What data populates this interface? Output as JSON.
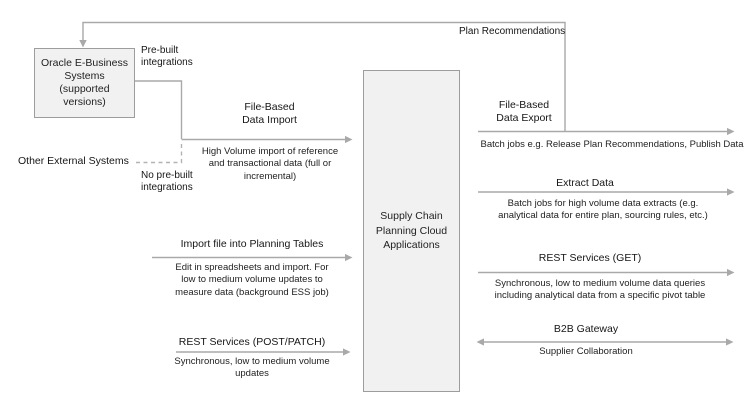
{
  "diagram": {
    "boxes": {
      "oracle": "Oracle E-Business\nSystems\n(supported\nversions)",
      "center": "Supply Chain\nPlanning Cloud\nApplications"
    },
    "labels": {
      "other_external_systems": "Other External Systems",
      "plan_recommendations": "Plan Recommendations",
      "pre_built_integrations": "Pre-built\nintegrations",
      "no_pre_built_integrations": "No pre-built\nintegrations"
    },
    "left_flows": [
      {
        "title": "File-Based\nData Import",
        "desc": "High Volume import of reference\nand transactional data (full or\nincremental)"
      },
      {
        "title": "Import file into Planning Tables",
        "desc": "Edit in spreadsheets and import. For\nlow to medium volume updates to\nmeasure data (background ESS job)"
      },
      {
        "title": "REST Services (POST/PATCH)",
        "desc": "Synchronous, low to medium volume\nupdates"
      }
    ],
    "right_flows": [
      {
        "title": "File-Based\nData Export",
        "desc": "Batch jobs e.g. Release Plan Recommendations, Publish Data"
      },
      {
        "title": "Extract Data",
        "desc": "Batch jobs for high volume data extracts (e.g.\nanalytical data for entire plan, sourcing rules, etc.)"
      },
      {
        "title": "REST Services (GET)",
        "desc": "Synchronous, low to medium volume data queries\nincluding analytical data from a specific pivot table"
      },
      {
        "title": "B2B Gateway",
        "desc": "Supplier Collaboration"
      }
    ],
    "colors": {
      "line": "#a9a9a9",
      "box_fill": "#f1f1f1",
      "box_border": "#9d9d9d",
      "text": "#1f1f1f",
      "background": "#ffffff"
    }
  }
}
